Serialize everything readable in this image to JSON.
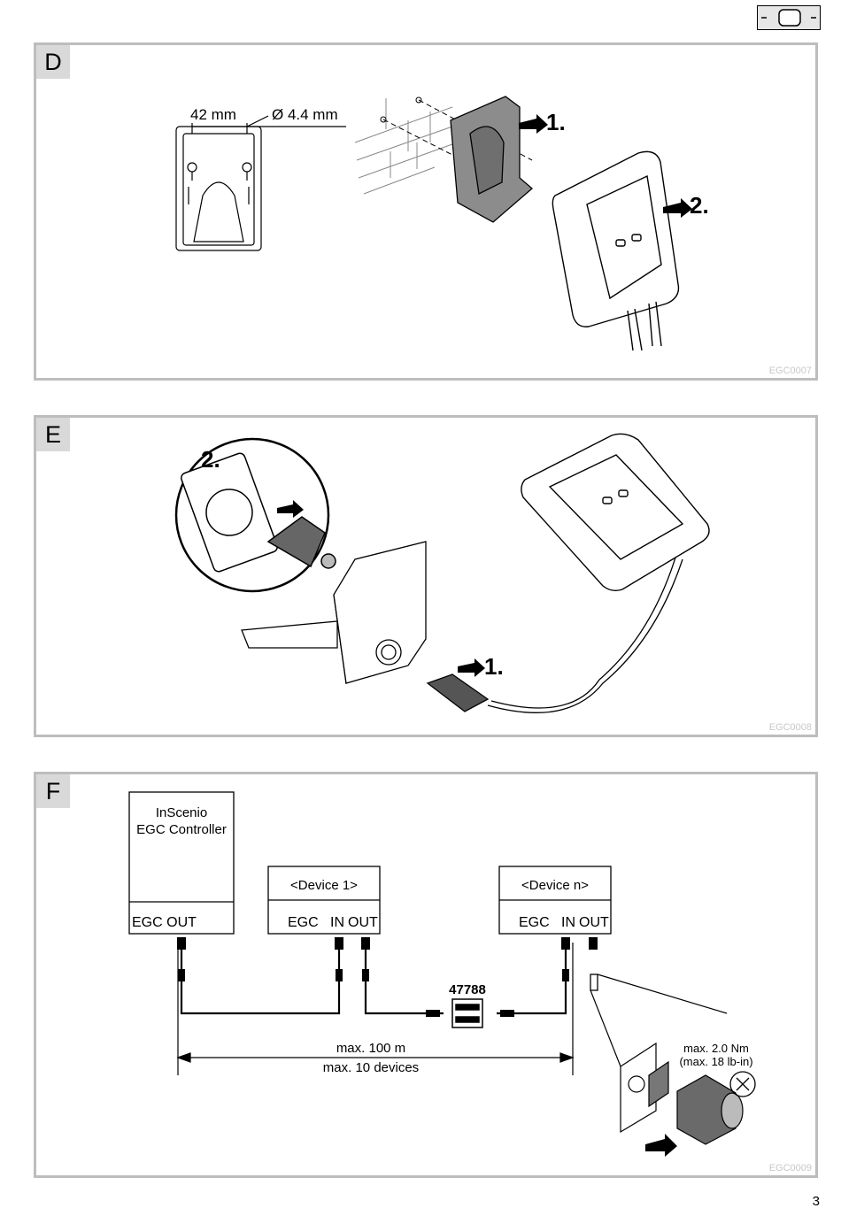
{
  "header": {
    "badge_icon": "device-outline-icon"
  },
  "panel_d": {
    "letter": "D",
    "dim_width": "42 mm",
    "dim_hole": "Ø 4.4 mm",
    "step1": "1.",
    "step2": "2.",
    "code": "EGC0007"
  },
  "panel_e": {
    "letter": "E",
    "step1": "1.",
    "step2": "2.",
    "code": "EGC0008"
  },
  "panel_f": {
    "letter": "F",
    "controller_line1": "InScenio",
    "controller_line2": "EGC Controller",
    "controller_port": "EGC OUT",
    "device1_title": "<Device 1>",
    "device1_port_egc": "EGC",
    "device1_port_in": "IN",
    "device1_port_out": "OUT",
    "devicen_title": "<Device n>",
    "devicen_port_egc": "EGC",
    "devicen_port_in": "IN",
    "devicen_port_out": "OUT",
    "coupler_number": "47788",
    "limit_distance": "max. 100 m",
    "limit_devices": "max. 10 devices",
    "torque_nm": "max. 2.0 Nm",
    "torque_lbin": "(max. 18 lb-in)",
    "code": "EGC0009"
  },
  "page_number": "3"
}
